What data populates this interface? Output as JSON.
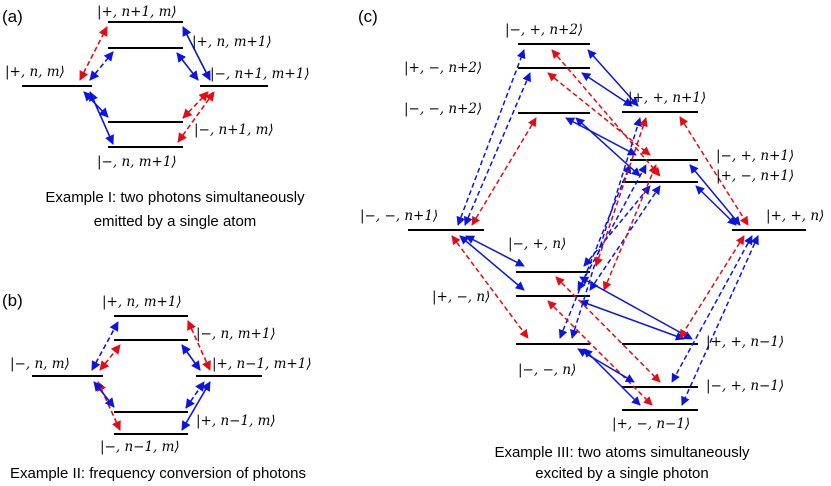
{
  "colors": {
    "blue": "#0a14e6",
    "red": "#e60a14",
    "level": "#000000"
  },
  "panels": {
    "a": {
      "tag": "(a)",
      "labels": [
        "|+, n+1, m⟩",
        "|+, n, m+1⟩",
        "|+, n, m⟩",
        "|−, n+1, m+1⟩",
        "|−, n+1, m⟩",
        "|−, n, m+1⟩"
      ],
      "caption": [
        "Example I:  two photons  simultaneously",
        "emitted  by a single atom"
      ]
    },
    "b": {
      "tag": "(b)",
      "labels": [
        "|+, n, m+1⟩",
        "|−, n, m+1⟩",
        "|−, n, m⟩",
        "|+, n−1, m+1⟩",
        "|+, n−1, m⟩",
        "|−, n−1, m⟩"
      ],
      "caption": [
        "Example II: frequency conversion of photons"
      ]
    },
    "c": {
      "tag": "(c)",
      "labels": [
        "|−, +, n+2⟩",
        "|+, −, n+2⟩",
        "|−, −, n+2⟩",
        "|+, +, n+1⟩",
        "|−, +, n+1⟩",
        "|+, −, n+1⟩",
        "|−, −, n+1⟩",
        "|+, +, n⟩",
        "|−, +, n⟩",
        "|+, −, n⟩",
        "|−, −, n⟩",
        "|+, +, n−1⟩",
        "|−, +, n−1⟩",
        "|+, −, n−1⟩"
      ],
      "caption": [
        "Example III: two atoms simultaneously",
        "excited by a single photon"
      ]
    }
  }
}
